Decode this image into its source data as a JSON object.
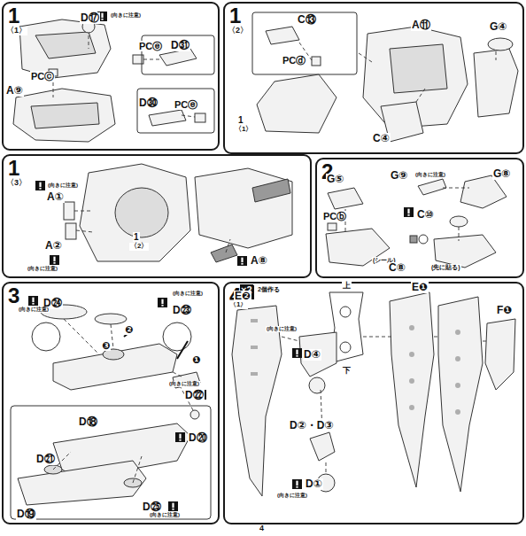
{
  "diagram": {
    "nodes": [
      {
        "text": [
          "1"
        ]
      },
      {
        "text": [
          "1"
        ]
      },
      {
        "text": [
          "1"
        ]
      },
      {
        "text": [
          "2"
        ]
      },
      {
        "text": [
          "3"
        ]
      },
      {
        "text": [
          "4"
        ]
      }
    ],
    "labels": [
      "〈1〉",
      "D⑰",
      "(向きに注意)",
      "A⑨",
      "PCⓒ",
      "PCⓔ",
      "D㉛",
      "D㉚",
      "PCⓔ",
      "〈2〉",
      "C⑬",
      "PCⓓ",
      "A⑪",
      "G④",
      "C④",
      "1",
      "〈1〉",
      "〈3〉",
      "A①",
      "(向きに注意)",
      "A②",
      "(向きに注意)",
      "1",
      "〈2〉",
      "A⑧",
      "G⑤",
      "PCⓑ",
      "G⑨",
      "(向きに注意)",
      "G⑧",
      "C⑩",
      "(シール)",
      "(先に貼る)",
      "C⑧",
      "D㉔",
      "(向きに注意)",
      "D㉓",
      "(向きに注意)",
      "(向きに注意)",
      "D㉒",
      "D⑱",
      "D㉑",
      "D⑳",
      "D⑲",
      "D㉕",
      "(向きに注意)",
      "❶",
      "❷",
      "❸",
      "×2",
      "〈1〉",
      "2個作る",
      "E❷",
      "(向きに注意)",
      "D④",
      "上",
      "下",
      "E❶",
      "F❶",
      "D②・D③",
      "D①",
      "(向きに注意)",
      "4"
    ]
  }
}
